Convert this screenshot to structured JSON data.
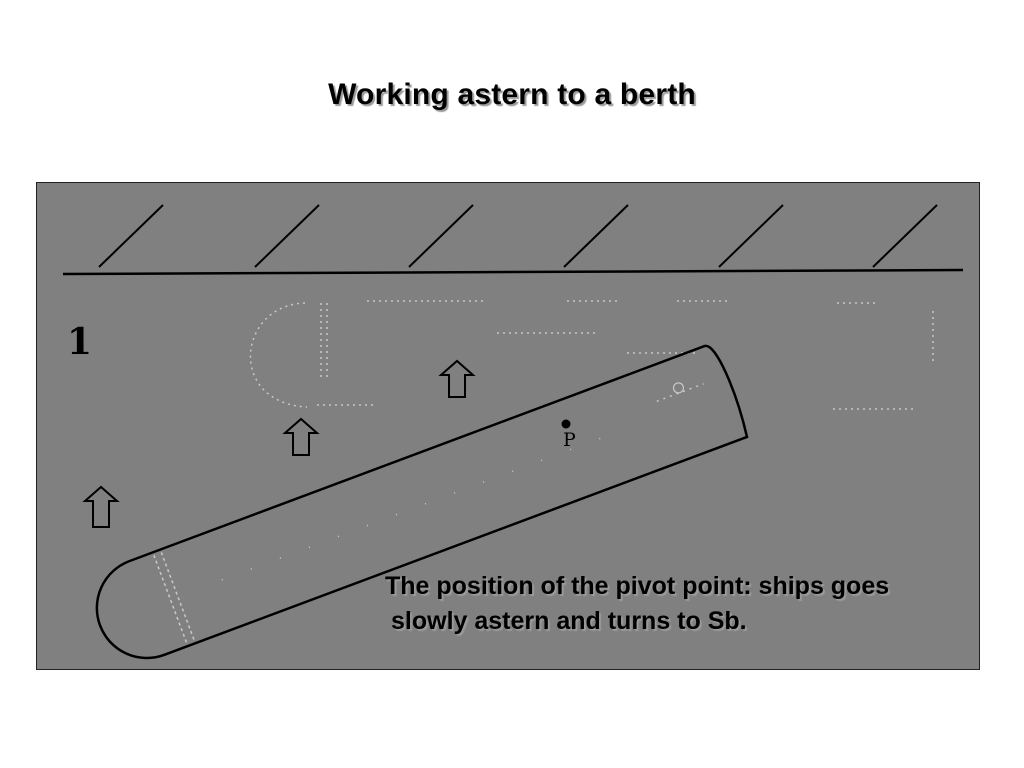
{
  "title": "Working astern to a berth",
  "diagram": {
    "background": "#808080",
    "line_color": "#000000",
    "ghost_color": "#c8c8c8",
    "step_number": "1",
    "pivot_label": "P",
    "caption_lines": [
      "The position of the pivot point: ships goes",
      "slowly astern and turns to Sb."
    ],
    "icons": [
      "hatched-quay",
      "ship-outline",
      "pivot-point",
      "up-arrow-icon",
      "up-arrow-icon",
      "up-arrow-icon"
    ]
  }
}
